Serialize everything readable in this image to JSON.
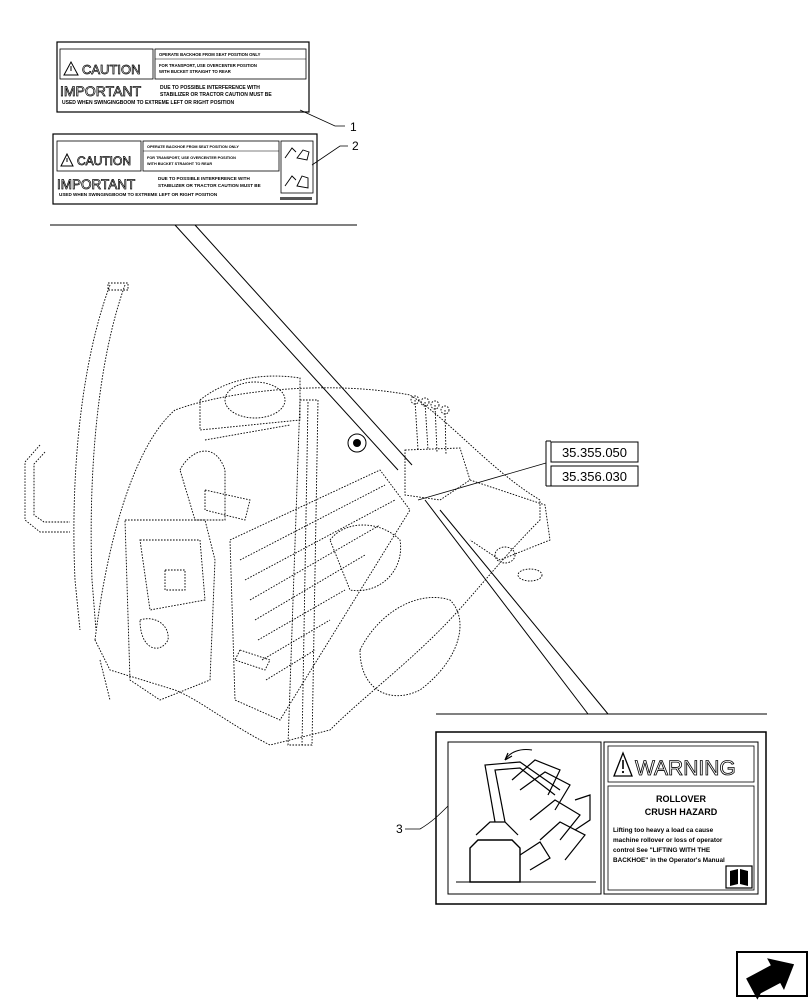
{
  "decals": {
    "decal1": {
      "caution_word": "CAUTION",
      "op_line": "OPERATE BACKHOE FROM SEAT POSITION ONLY",
      "transport_line_1": "FOR TRANSPORT, USE OVERCENTER POSITION",
      "transport_line_2": "WITH BUCKET STRAIGHT TO REAR",
      "important_word": "IMPORTANT",
      "important_line_1": "DUE TO POSSIBLE INTERFERENCE WITH",
      "important_line_2": "STABILIZER OR TRACTOR CAUTION MUST BE",
      "important_line_3": "USED WHEN SWINGINGBOOM TO EXTREME LEFT OR RIGHT POSITION"
    },
    "decal3": {
      "warning_word": "WARNING",
      "hazard_1": "ROLLOVER",
      "hazard_2": "CRUSH HAZARD",
      "body_1": "Lifting too heavy a load ca cause",
      "body_2": "machine rollover or loss of operator",
      "body_3": "control See \"LIFTING WITH THE",
      "body_4": "BACKHOE\" in the Operator's Manual"
    }
  },
  "callouts": {
    "c1": "1",
    "c2": "2",
    "c3": "3"
  },
  "ref_boxes": {
    "ref1": "35.355.050",
    "ref2": "35.356.030"
  },
  "icons": {
    "warning_triangle": "warning-triangle-icon",
    "operator_manual": "book-icon",
    "navigation": "next-page-arrow-icon"
  }
}
